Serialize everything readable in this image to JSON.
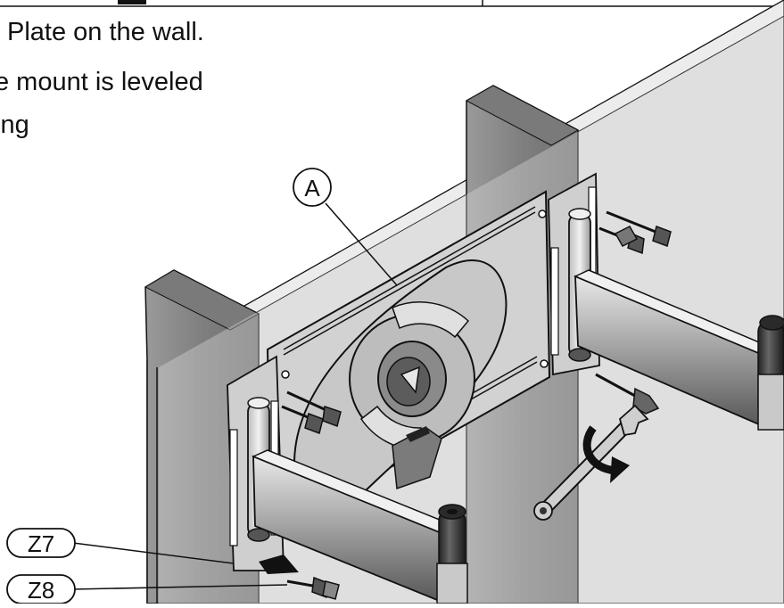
{
  "instructions": {
    "line1": "Plate on the wall.",
    "line2": "e mount is leveled",
    "line3": "ing"
  },
  "callouts": {
    "a": "A",
    "z7": "Z7",
    "z8": "Z8"
  },
  "colors": {
    "wall_panel": "#dadada",
    "stud_wood": "#8b8b8b",
    "metal_light": "#d9d9d9",
    "metal_dark": "#3a3a3a",
    "arm_gray": "#b4b4b4",
    "outline": "#111111"
  }
}
